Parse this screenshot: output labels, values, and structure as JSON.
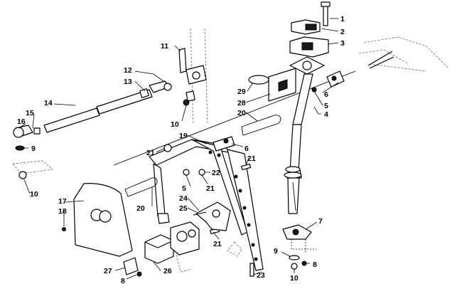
{
  "callouts": [
    {
      "id": "c1",
      "text": "1"
    },
    {
      "id": "c2",
      "text": "2"
    },
    {
      "id": "c3",
      "text": "3"
    },
    {
      "id": "c4",
      "text": "4"
    },
    {
      "id": "c5a",
      "text": "5"
    },
    {
      "id": "c6a",
      "text": "6"
    },
    {
      "id": "c7",
      "text": "7"
    },
    {
      "id": "c8a",
      "text": "8"
    },
    {
      "id": "c9a",
      "text": "9"
    },
    {
      "id": "c10a",
      "text": "10"
    },
    {
      "id": "c11",
      "text": "11"
    },
    {
      "id": "c12",
      "text": "12"
    },
    {
      "id": "c13",
      "text": "13"
    },
    {
      "id": "c14",
      "text": "14"
    },
    {
      "id": "c15",
      "text": "15"
    },
    {
      "id": "c16",
      "text": "16"
    },
    {
      "id": "c9b",
      "text": "9"
    },
    {
      "id": "c10b",
      "text": "10"
    },
    {
      "id": "c17",
      "text": "17"
    },
    {
      "id": "c18",
      "text": "18"
    },
    {
      "id": "c10c",
      "text": "10"
    },
    {
      "id": "c29",
      "text": "29"
    },
    {
      "id": "c28",
      "text": "28"
    },
    {
      "id": "c20a",
      "text": "20"
    },
    {
      "id": "c19",
      "text": "19"
    },
    {
      "id": "c21a",
      "text": "21"
    },
    {
      "id": "c6b",
      "text": "6"
    },
    {
      "id": "c21b",
      "text": "21"
    },
    {
      "id": "c22",
      "text": "22"
    },
    {
      "id": "c5b",
      "text": "5"
    },
    {
      "id": "c21c",
      "text": "21"
    },
    {
      "id": "c20b",
      "text": "20"
    },
    {
      "id": "c24",
      "text": "24"
    },
    {
      "id": "c25",
      "text": "25"
    },
    {
      "id": "c21d",
      "text": "21"
    },
    {
      "id": "c27",
      "text": "27"
    },
    {
      "id": "c8b",
      "text": "8"
    },
    {
      "id": "c26",
      "text": "26"
    },
    {
      "id": "c23",
      "text": "23"
    },
    {
      "id": "c9c",
      "text": "9"
    },
    {
      "id": "c8c",
      "text": "8"
    },
    {
      "id": "c10d",
      "text": "10"
    }
  ]
}
